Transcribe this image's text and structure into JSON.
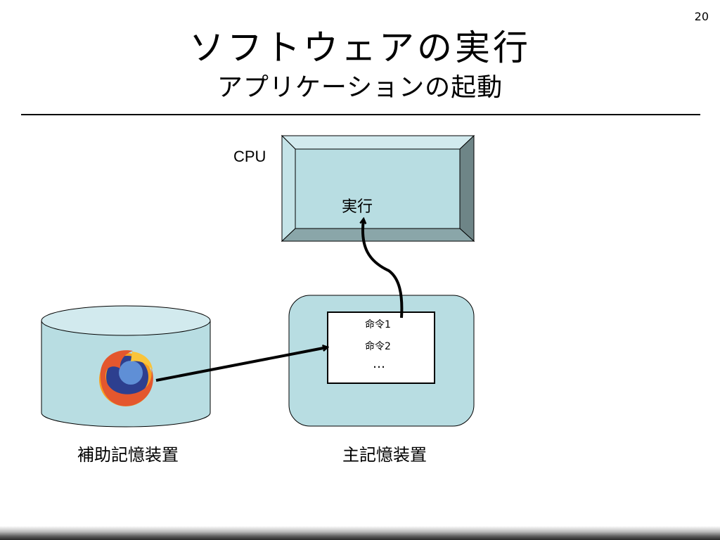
{
  "slide": {
    "page_number": "20",
    "title": "ソフトウェアの実行",
    "subtitle": "アプリケーションの起動"
  },
  "diagram": {
    "cpu_label": "CPU",
    "execute_label": "実行",
    "aux_storage_label": "補助記憶装置",
    "main_memory_label": "主記憶装置",
    "instructions": [
      "命令1",
      "命令2",
      "…"
    ],
    "app_icon": "firefox-icon",
    "colors": {
      "cpu_face": "#b8dde2",
      "cpu_bevel_top": "#d2eaee",
      "cpu_bevel_right": "#6e8587",
      "memory_fill": "#b8dde2",
      "storage_fill": "#b8dde2"
    }
  }
}
